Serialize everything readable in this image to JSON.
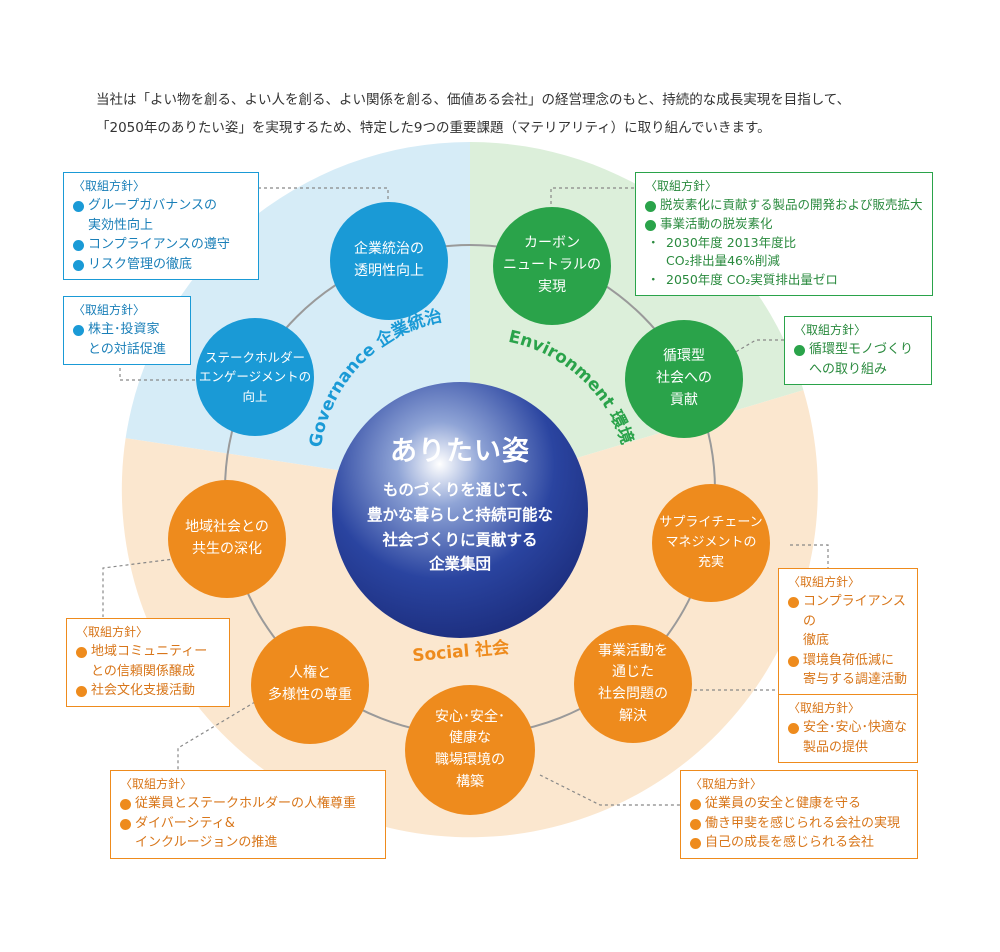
{
  "intro": {
    "line1": "当社は「よい物を創る、よい人を創る、よい関係を創る、価値ある会社」の経営理念のもと、持続的な成長実現を目指して、",
    "line2": "「2050年のありたい姿」を実現するため、特定した9つの重要課題（マテリアリティ）に取り組んでいきます。"
  },
  "center": {
    "title": "ありたい姿",
    "body": "ものづくりを通じて、\n豊かな暮らしと持続可能な\n社会づくりに貢献する\n企業集団"
  },
  "sectors": {
    "governance": "Governance 企業統治",
    "environment": "Environment 環境",
    "social": "Social 社会"
  },
  "materialities": [
    "企業統治の\n透明性向上",
    "カーボン\nニュートラルの\n実現",
    "循環型\n社会への\n貢献",
    "サプライチェーン\nマネジメントの\n充実",
    "事業活動を\n通じた\n社会問題の\n解決",
    "安心･安全･\n健康な\n職場環境の\n構築",
    "人権と\n多様性の尊重",
    "地域社会との\n共生の深化",
    "ステークホルダー\nエンゲージメントの\n向上"
  ],
  "policy_title": "〈取組方針〉",
  "policies": {
    "gov1": [
      "グループガバナンスの\n実効性向上",
      "コンプライアンスの遵守",
      "リスク管理の徹底"
    ],
    "gov2": [
      "株主･投資家\nとの対話促進"
    ],
    "env1": {
      "items": [
        "脱炭素化に貢献する製品の開発および販売拡大",
        "事業活動の脱炭素化"
      ],
      "subs": [
        "2030年度 2013年度比\nCO₂排出量46%削減",
        "2050年度 CO₂実質排出量ゼロ"
      ]
    },
    "env2": [
      "循環型モノづくり\nへの取り組み"
    ],
    "soc_supply": [
      "コンプライアンスの\n徹底",
      "環境負荷低減に\n寄与する調達活動"
    ],
    "soc_business": [
      "安全･安心･快適な\n製品の提供"
    ],
    "soc_safety": [
      "従業員の安全と健康を守る",
      "働き甲斐を感じられる会社の実現",
      "自己の成長を感じられる会社"
    ],
    "soc_human": [
      "従業員とステークホルダーの人権尊重",
      "ダイバーシティ&\nインクルージョンの推進"
    ],
    "soc_community": [
      "地域コミュニティー\nとの信頼関係醸成",
      "社会文化支援活動"
    ]
  },
  "colors": {
    "governance": "#1a9ad6",
    "environment": "#2aa34a",
    "social": "#ee8b1d",
    "gov_bg": "#d6ecf7",
    "env_bg": "#dcefda",
    "soc_bg": "#fbe7cf",
    "center": "#1f3b8f"
  }
}
